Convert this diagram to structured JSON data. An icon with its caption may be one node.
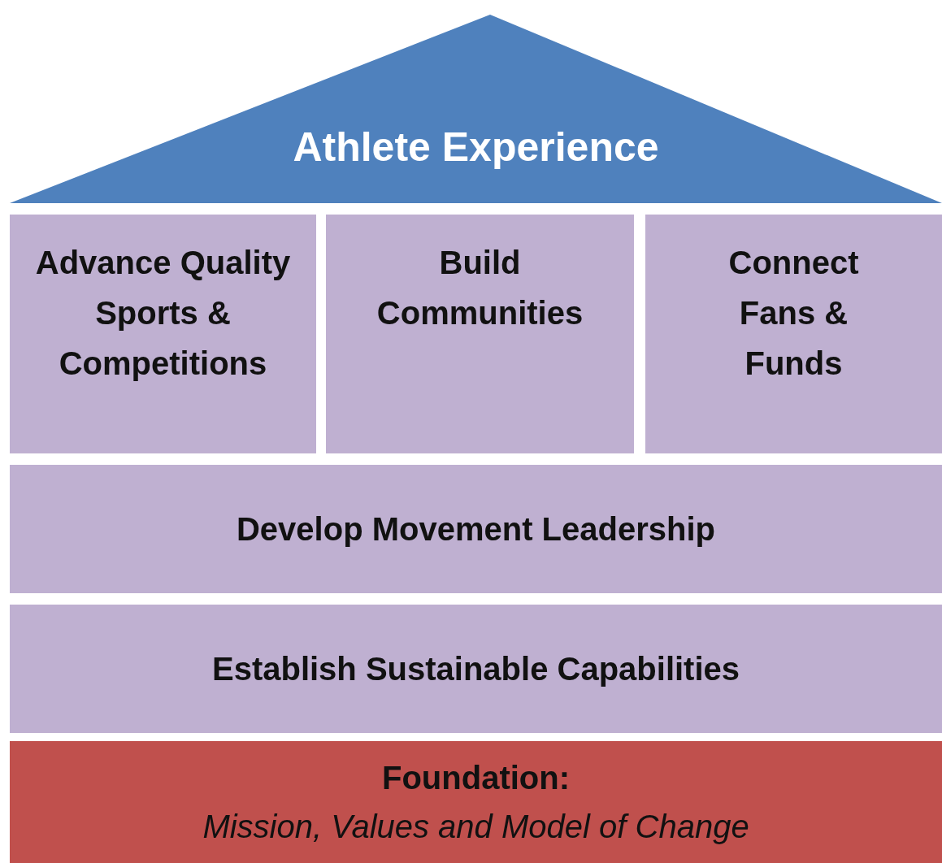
{
  "diagram": {
    "nodes": [
      {
        "text": [
          "Athlete Experience"
        ]
      },
      {
        "text": [
          "Advance Quality Sports & Competitions"
        ]
      },
      {
        "text": [
          "Build Communities"
        ]
      },
      {
        "text": [
          "Connect Fans & Funds"
        ]
      },
      {
        "text": [
          "Develop Movement Leadership"
        ]
      },
      {
        "text": [
          "Establish Sustainable Capabilities"
        ]
      },
      {
        "text": [
          "Foundation:",
          "Mission, Values and Model of Change"
        ]
      }
    ]
  }
}
